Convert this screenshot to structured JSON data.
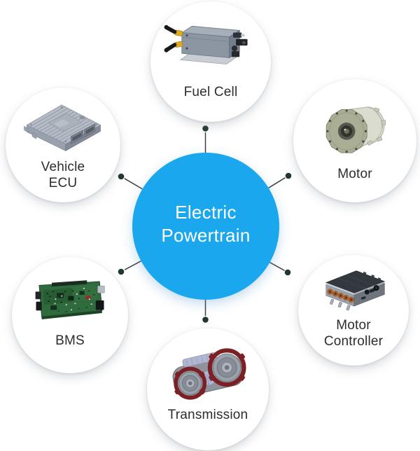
{
  "hub": {
    "label": "Electric\nPowertrain",
    "bg_color": "#1aa7ee",
    "text_color": "#ffffff"
  },
  "nodes": [
    {
      "id": "fuel-cell",
      "label": "Fuel Cell",
      "image": "fuel-cell-3d-render"
    },
    {
      "id": "motor",
      "label": "Motor",
      "image": "motor-3d-render"
    },
    {
      "id": "vehicle-ecu",
      "label": "Vehicle\nECU",
      "image": "vehicle-ecu-3d-render"
    },
    {
      "id": "motor-controller",
      "label": "Motor\nController",
      "image": "motor-controller-3d-render"
    },
    {
      "id": "bms",
      "label": "BMS",
      "image": "bms-pcb-3d-render"
    },
    {
      "id": "transmission",
      "label": "Transmission",
      "image": "transmission-3d-render"
    }
  ],
  "connections": [
    {
      "from": "hub",
      "to": "fuel-cell"
    },
    {
      "from": "hub",
      "to": "motor"
    },
    {
      "from": "hub",
      "to": "vehicle-ecu"
    },
    {
      "from": "hub",
      "to": "motor-controller"
    },
    {
      "from": "hub",
      "to": "bms"
    },
    {
      "from": "hub",
      "to": "transmission"
    }
  ],
  "colors": {
    "hub_blue": "#1aa7ee",
    "label_text": "#2d2d2d",
    "connector_line": "#3f3f3f",
    "connector_dot": "#213831",
    "background": "#ffffff"
  }
}
